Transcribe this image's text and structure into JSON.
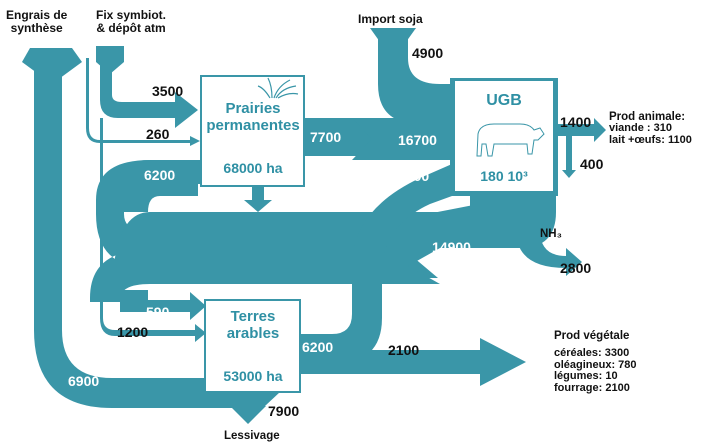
{
  "sources": {
    "fertilizer": [
      "Engrais de",
      "synthèse"
    ],
    "fixation": [
      "Fix symbiot.",
      "& dépôt atm"
    ],
    "soy_import": "Import soja"
  },
  "nodes": {
    "grassland": {
      "name": [
        "Prairies",
        "permanentes"
      ],
      "area": "68000 ha"
    },
    "livestock": {
      "name": "UGB",
      "count": "180 10³"
    },
    "cropland": {
      "name": [
        "Terres",
        "arables"
      ],
      "area": "53000 ha"
    }
  },
  "flows": {
    "fix_to_grassland": "3500",
    "fert_to_grassland": "260",
    "soy_import": "4900",
    "grass_to_ugb": "7700",
    "total_feed": "16700",
    "crop_to_ugb": "4100",
    "manure_to_grass": "6200",
    "manure_return": "14900",
    "nh3_loss": "2800",
    "manure_to_crop": "590",
    "fix_to_crop": "1200",
    "crop_feed": "6200",
    "crop_products": "2100",
    "fert_to_crop": "6900",
    "leaching": "7900",
    "animal_product": "1400",
    "animal_loss": "400"
  },
  "outputs": {
    "nh3": "NH₃",
    "leaching_label": "Lessivage",
    "animal": {
      "title": "Prod animale:",
      "meat": "viande : 310",
      "milk": "lait  +œufs: 1100"
    },
    "plant": {
      "title": "Prod végétale",
      "cereals": "céréales: 3300",
      "oilseeds": "oléagineux: 780",
      "vegetables": "légumes: 10",
      "forage": "fourrage: 2100"
    }
  },
  "colors": {
    "flow": "#3a96a8",
    "node_text": "#2f90a4"
  }
}
